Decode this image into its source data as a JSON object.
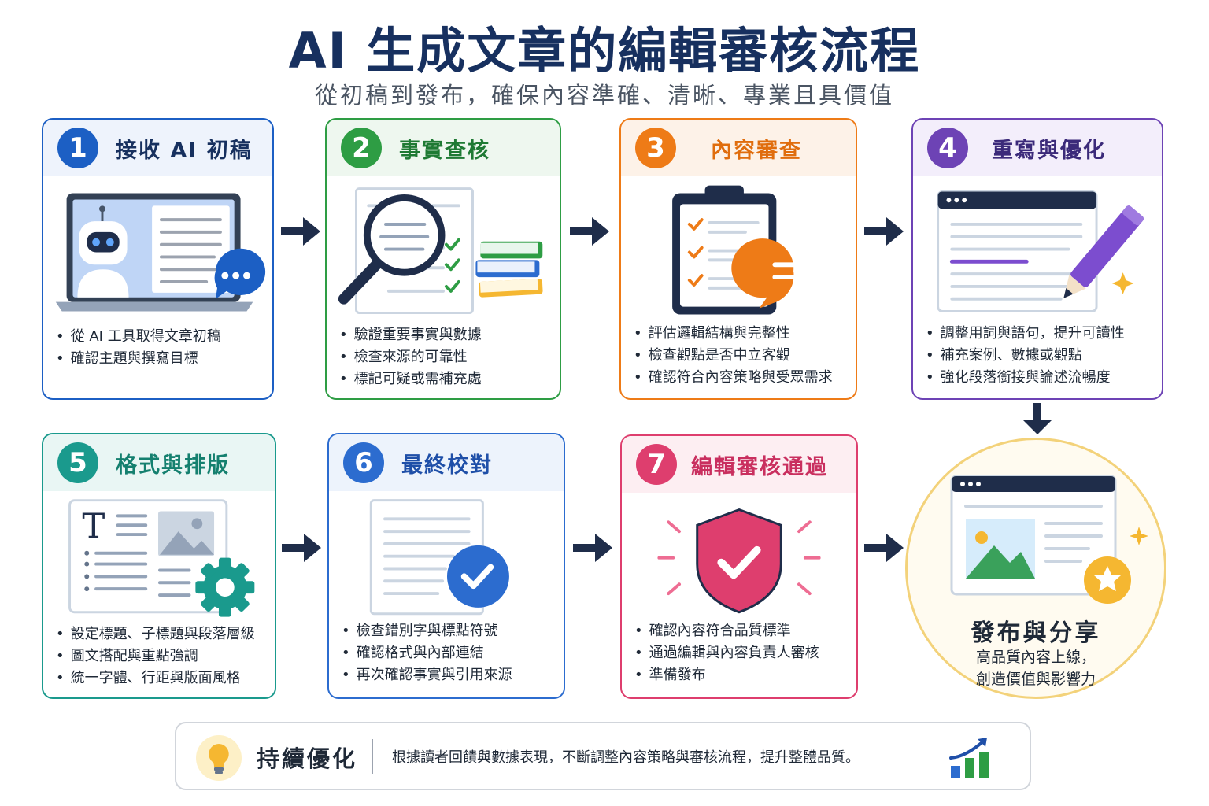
{
  "header": {
    "title": "AI 生成文章的編輯審核流程",
    "subtitle": "從初稿到發布，確保內容準確、清晰、專業且具價值"
  },
  "steps": [
    {
      "number": "1",
      "title": "接收 AI 初稿",
      "color": "#1c5fc4",
      "bullets": [
        "從 AI 工具取得文章初稿",
        "確認主題與撰寫目標"
      ]
    },
    {
      "number": "2",
      "title": "事實查核",
      "color": "#2e9d44",
      "bullets": [
        "驗證重要事實與數據",
        "檢查來源的可靠性",
        "標記可疑或需補充處"
      ]
    },
    {
      "number": "3",
      "title": "內容審查",
      "color": "#ee7b17",
      "bullets": [
        "評估邏輯結構與完整性",
        "檢查觀點是否中立客觀",
        "確認符合內容策略與受眾需求"
      ]
    },
    {
      "number": "4",
      "title": "重寫與優化",
      "color": "#6d43b5",
      "bullets": [
        "調整用詞與語句，提升可讀性",
        "補充案例、數據或觀點",
        "強化段落銜接與論述流暢度"
      ]
    },
    {
      "number": "5",
      "title": "格式與排版",
      "color": "#1a9a8d",
      "bullets": [
        "設定標題、子標題與段落層級",
        "圖文搭配與重點強調",
        "統一字體、行距與版面風格"
      ]
    },
    {
      "number": "6",
      "title": "最終校對",
      "color": "#2c6ccf",
      "bullets": [
        "檢查錯別字與標點符號",
        "確認格式與內部連結",
        "再次確認事實與引用來源"
      ]
    },
    {
      "number": "7",
      "title": "編輯審核通過",
      "color": "#de3e6e",
      "bullets": [
        "確認內容符合品質標準",
        "通過編輯與內容負責人審核",
        "準備發布"
      ]
    }
  ],
  "publish": {
    "title": "發布與分享",
    "desc_line1": "高品質內容上線，",
    "desc_line2": "創造價值與影響力"
  },
  "footer": {
    "title": "持續優化",
    "text": "根據讀者回饋與數據表現，不斷調整內容策略與審核流程，提升整體品質。"
  }
}
